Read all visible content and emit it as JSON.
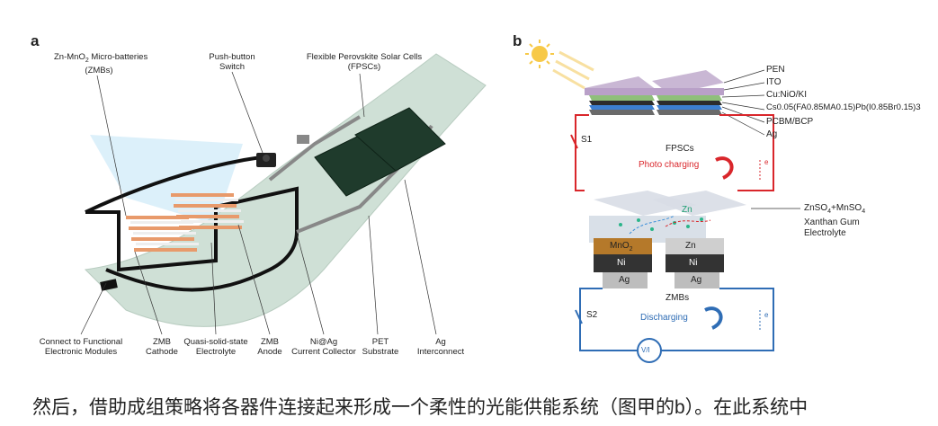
{
  "panel_a": {
    "letter": "a",
    "zmb_title_1": "Zn-MnO",
    "zmb_title_sub": "2",
    "zmb_title_2": " Micro-batteries",
    "zmb_title_3": "(ZMBs)",
    "switch_1": "Push-button",
    "switch_2": "Switch",
    "fpsc_1": "Flexible Perovskite Solar Cells",
    "fpsc_2": "(FPSCs)",
    "bottom_labels": [
      {
        "l1": "Connect to Functional",
        "l2": "Electronic Modules"
      },
      {
        "l1": "ZMB",
        "l2": "Cathode"
      },
      {
        "l1": "Quasi-solid-state",
        "l2": "Electrolyte"
      },
      {
        "l1": "ZMB",
        "l2": "Anode"
      },
      {
        "l1": "Ni@Ag",
        "l2": "Current Collector"
      },
      {
        "l1": "PET",
        "l2": "Substrate"
      },
      {
        "l1": "Ag",
        "l2": "Interconnect"
      }
    ]
  },
  "panel_b": {
    "letter": "b",
    "layers": [
      "PEN",
      "ITO",
      "Cu:NiO/KI",
      "PCBM/BCP",
      "Ag"
    ],
    "perovskite": "Cs0.05(FA0.85MA0.15)Pb(I0.85Br0.15)3",
    "s1": "S1",
    "s2": "S2",
    "fpscs": "FPSCs",
    "photo_charging": "Photo charging",
    "electron": "e",
    "electrolyte_1": "ZnSO",
    "electrolyte_1b": "4",
    "electrolyte_1c": "+MnSO",
    "electrolyte_1d": "4",
    "electrolyte_2": "Xanthan Gum",
    "electrolyte_3": "Electrolyte",
    "zn_ion": "Zn",
    "mno2": "MnO",
    "mno2_sub": "2",
    "ni": "Ni",
    "ag": "Ag",
    "zn": "Zn",
    "zmbs": "ZMBs",
    "discharging": "Discharging",
    "meter": "V/I"
  },
  "caption": "然后，借助成组策略将各器件连接起来形成一个柔性的光能供能系统（图甲的b）。在此系统中"
}
